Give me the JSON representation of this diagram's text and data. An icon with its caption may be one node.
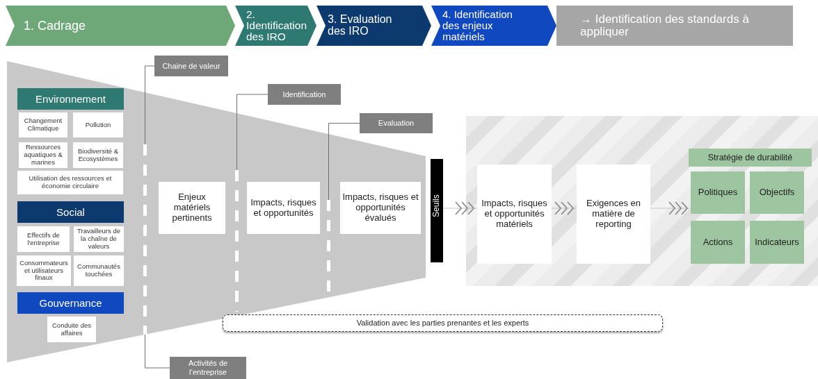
{
  "diagram": {
    "nodes": [
      {
        "text": [
          "1. Cadrage"
        ]
      },
      {
        "text": [
          "2. Identification des IRO"
        ]
      },
      {
        "text": [
          "3. Evaluation des IRO"
        ]
      },
      {
        "text": [
          "4. Identification des enjeux matériels"
        ]
      },
      {
        "text": [
          "→ Identification des standards à appliquer"
        ]
      },
      {
        "text": [
          "Chaine de valeur"
        ]
      },
      {
        "text": [
          "Environnement"
        ]
      },
      {
        "text": [
          "Changement Climatique"
        ]
      },
      {
        "text": [
          "Pollution"
        ]
      },
      {
        "text": [
          "Ressources aquatiques & marines"
        ]
      },
      {
        "text": [
          "Biodiversité & Ecosystèmes"
        ]
      },
      {
        "text": [
          "Utilisation des ressources et économie circulaire"
        ]
      },
      {
        "text": [
          "Social"
        ]
      },
      {
        "text": [
          "Effectifs de l'entreprise"
        ]
      },
      {
        "text": [
          "Travailleurs de la chaîne de valeurs"
        ]
      },
      {
        "text": [
          "Consommateurs et utilisateurs finaux"
        ]
      },
      {
        "text": [
          "Communautés touchées"
        ]
      },
      {
        "text": [
          "Gouvernance"
        ]
      },
      {
        "text": [
          "Conduite des affaires"
        ]
      },
      {
        "text": [
          "Identification"
        ]
      },
      {
        "text": [
          "Evaluation"
        ]
      },
      {
        "text": [
          "Enjeux matériels pertinents"
        ]
      },
      {
        "text": [
          "Impacts, risques et opportunités"
        ]
      },
      {
        "text": [
          "Impacts, risques et opportunités évalués"
        ]
      },
      {
        "text": [
          "Seuils"
        ]
      },
      {
        "text": [],
        "shape": "box"
      },
      {
        "text": [
          "Impacts, risques et opportunités matériels"
        ],
        "in": 25
      },
      {
        "text": [
          "Exigences en matière de reporting"
        ],
        "in": 25
      },
      {
        "text": [
          "Stratégie de durabilité"
        ],
        "in": 25
      },
      {
        "text": [
          "Politiques"
        ],
        "in": 25
      },
      {
        "text": [
          "Objectifs"
        ],
        "in": 25
      },
      {
        "text": [
          "Actions"
        ],
        "in": 25
      },
      {
        "text": [
          "Indicateurs"
        ],
        "in": 25
      },
      {
        "text": [
          "Validation avec les parties prenantes et les experts"
        ]
      },
      {
        "text": [
          "Activités de l’entreprise"
        ]
      },
      {
        "text": [],
        "shape": "line"
      },
      {
        "text": [],
        "shape": "line"
      },
      {
        "text": [],
        "shape": "line"
      }
    ],
    "edges": [
      {
        "from": 24,
        "to": 26,
        "arrow": "to"
      },
      {
        "from": 26,
        "to": 27,
        "arrow": "to"
      },
      {
        "from": 27,
        "to": 29,
        "arrow": "to"
      },
      {
        "from": 5,
        "to": 35,
        "arrow": "none"
      },
      {
        "from": 19,
        "to": 36,
        "arrow": "none"
      },
      {
        "from": 20,
        "to": 37,
        "arrow": "none"
      },
      {
        "from": 34,
        "to": 35,
        "arrow": "none"
      }
    ]
  }
}
